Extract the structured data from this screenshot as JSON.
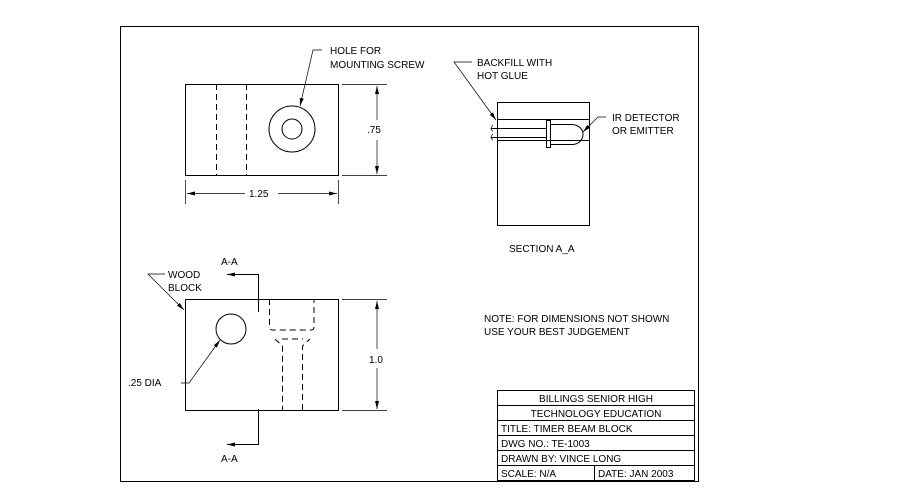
{
  "top_view": {
    "hole_label_1": "HOLE FOR",
    "hole_label_2": "MOUNTING SCREW",
    "height_dim": ".75",
    "width_dim": "1.25"
  },
  "section": {
    "backfill_1": "BACKFILL WITH",
    "backfill_2": "HOT GLUE",
    "ir_1": "IR DETECTOR",
    "ir_2": "OR EMITTER",
    "title": "SECTION A_A"
  },
  "front_view": {
    "section_mark_top": "A-A",
    "section_mark_bottom": "A-A",
    "wood_1": "WOOD",
    "wood_2": "BLOCK",
    "dia_label": ".25 DIA",
    "height_dim": "1.0"
  },
  "note": {
    "line1": "NOTE: FOR DIMENSIONS NOT SHOWN",
    "line2": "USE YOUR BEST JUDGEMENT"
  },
  "title_block": {
    "school": "BILLINGS SENIOR HIGH",
    "dept": "TECHNOLOGY EDUCATION",
    "title": "TITLE: TIMER BEAM BLOCK",
    "dwg_no": "DWG NO.: TE-1003",
    "drawn_by": "DRAWN BY: VINCE LONG",
    "scale": "SCALE: N/A",
    "date": "DATE: JAN 2003"
  }
}
